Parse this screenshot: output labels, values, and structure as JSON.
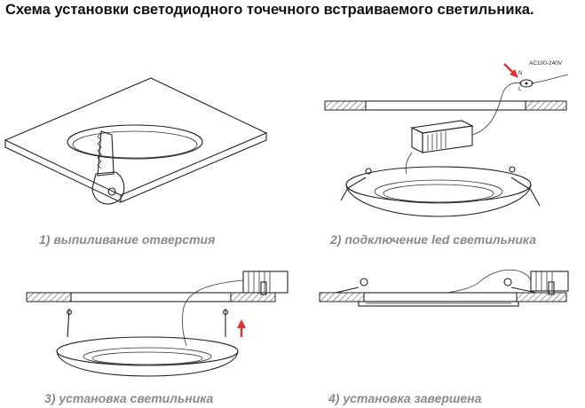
{
  "title": "Схема установки светодиодного точечного встраиваемого светильника.",
  "steps": [
    {
      "caption": "1) выпиливание отверстия"
    },
    {
      "caption": "2) подключение led светильника"
    },
    {
      "caption": "3) установка светильника"
    },
    {
      "caption": "4) установка завершена"
    }
  ],
  "wiring": {
    "voltage": "AC100-240V",
    "neutral": "N",
    "live": "L"
  },
  "colors": {
    "arrow": "#e03030",
    "caption": "#8a8a8a",
    "line": "#222222"
  }
}
